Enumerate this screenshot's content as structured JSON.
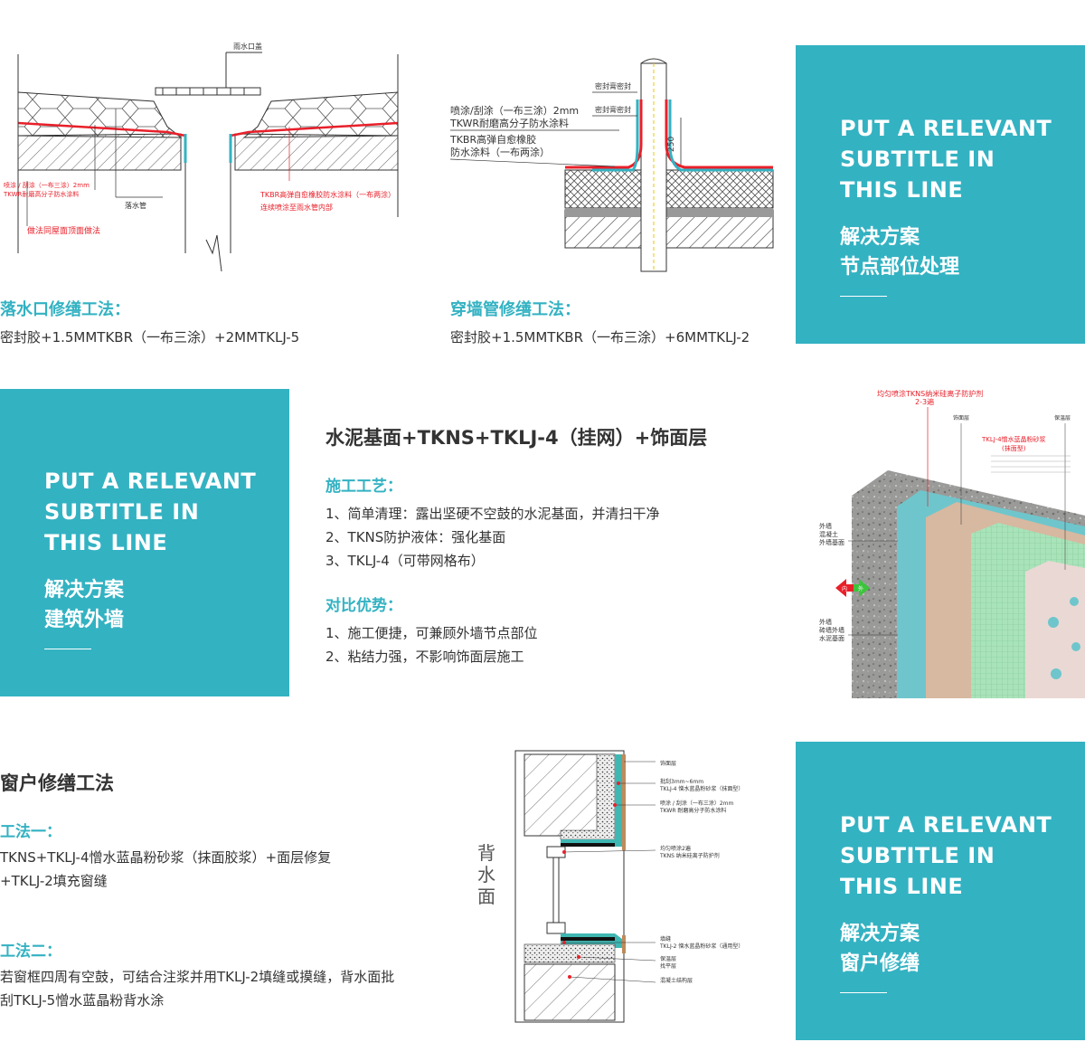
{
  "colors": {
    "teal": "#33b2c2",
    "red": "#e8202a",
    "text": "#333333"
  },
  "panels": [
    {
      "subtitle": [
        "PUT A RELEVANT",
        "SUBTITLE IN",
        "THIS LINE"
      ],
      "cn": [
        "解决方案",
        "节点部位处理"
      ]
    },
    {
      "subtitle": [
        "PUT A RELEVANT",
        "SUBTITLE IN",
        "THIS LINE"
      ],
      "cn": [
        "解决方案",
        "建筑外墙"
      ]
    },
    {
      "subtitle": [
        "PUT A RELEVANT",
        "SUBTITLE IN",
        "THIS LINE"
      ],
      "cn": [
        "解决方案",
        "窗户修缮"
      ]
    }
  ],
  "drain": {
    "diagram": {
      "cover": "雨水口盖",
      "left_note": [
        "喷涂 / 刮涂（一布三涂）2mm",
        "TKWR耐磨高分子防水涂料"
      ],
      "pipe": "落水管",
      "right_note": [
        "TKBR高弹自愈橡胶防水涂料（一布两涂）",
        "连续喷涂至雨水管内部"
      ],
      "roof_note": "做法同屋面顶面做法"
    },
    "heading": "落水口修缮工法：",
    "formula": "密封胶+1.5MMTKBR（一布三涂）+2MMTKLJ-5"
  },
  "pipe": {
    "diagram": {
      "seal1": "密封膏密封",
      "seal2": "密封膏密封",
      "note": [
        "喷涂/刮涂（一布三涂）2mm",
        "TKWR耐磨高分子防水涂料",
        "TKBR高弹自愈橡胶",
        "防水涂料（一布两涂）"
      ],
      "dim": "250"
    },
    "heading": "穿墙管修缮工法：",
    "formula": "密封胶+1.5MMTKBR（一布三涂）+6MMTKLJ-2"
  },
  "wall": {
    "title": "水泥基面+TKNS+TKLJ-4（挂网）+饰面层",
    "process_heading": "施工工艺：",
    "process": [
      "1、简单清理：露出坚硬不空鼓的水泥基面，并清扫干净",
      "2、TKNS防护液体：强化基面",
      "3、TKLJ-4（可带网格布）"
    ],
    "advantage_heading": "对比优势：",
    "advantages": [
      "1、施工便捷，可兼顾外墙节点部位",
      "2、粘结力强，不影响饰面层施工"
    ],
    "diagram": {
      "top_label": [
        "均匀喷涂TKNS纳米硅离子防护剂",
        "2-3遍"
      ],
      "finish": "饰面层",
      "primer": "保温层",
      "mortar": [
        "TKLJ-4憎水蓝晶粉砂浆",
        "(抹面型)"
      ],
      "left1": [
        "外墙",
        "混凝土",
        "外墙基面"
      ],
      "left2": [
        "外墙",
        "砖墙外墙",
        "水泥基面"
      ],
      "arrow_in": "内",
      "arrow_out": "外"
    }
  },
  "window": {
    "title": "窗户修缮工法",
    "method1_heading": "工法一：",
    "method1": [
      "TKNS+TKLJ-4憎水蓝晶粉砂浆（抹面胶浆）+面层修复",
      "+TKLJ-2填充窗缝"
    ],
    "method2_heading": "工法二：",
    "method2": [
      "若窗框四周有空鼓，可结合注浆并用TKLJ-2填缝或摸缝，背水面批",
      "刮TKLJ-5憎水蓝晶粉背水涂"
    ],
    "diagram": {
      "back_face": [
        "背",
        "水",
        "面"
      ],
      "labels": [
        "饰面层",
        "批刮3mm~6mm",
        "TKLJ-4 憎水蓝晶粉砂浆（抹面型）",
        "喷涂 / 刮涂（一布三涂）2mm",
        "TKWR 耐磨高分子防水涂料",
        "均匀喷涂2遍",
        "TKNS 纳米硅离子防护剂",
        "填缝",
        "TKLJ-2 憎水蓝晶粉砂浆（通用型）",
        "保温层",
        "找平层",
        "混凝土结构层"
      ]
    }
  }
}
